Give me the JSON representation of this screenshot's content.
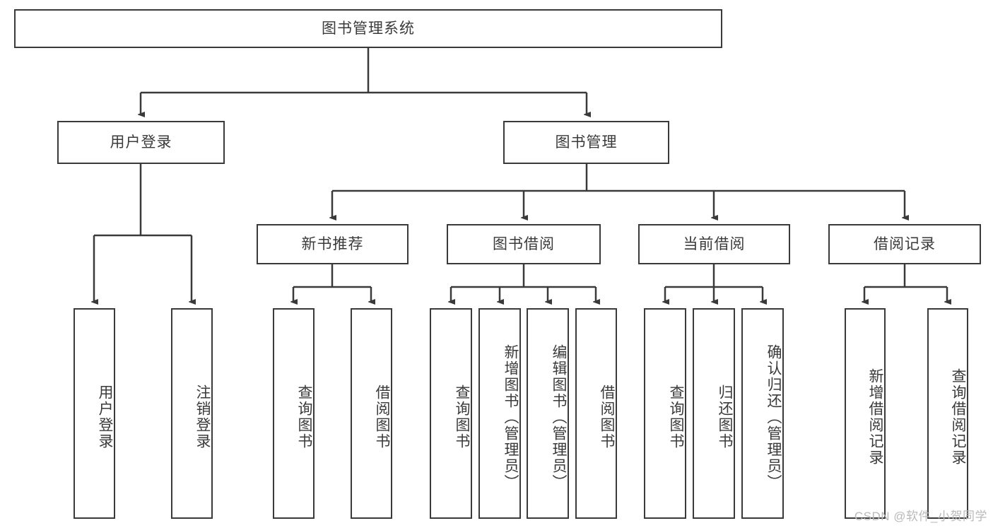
{
  "diagram": {
    "type": "tree",
    "title_node": {
      "label": "图书管理系统"
    },
    "level1": [
      {
        "label": "用户登录"
      },
      {
        "label": "图书管理"
      }
    ],
    "level2": [
      {
        "label": "新书推荐"
      },
      {
        "label": "图书借阅"
      },
      {
        "label": "当前借阅"
      },
      {
        "label": "借阅记录"
      }
    ],
    "leaves": {
      "user_login": [
        {
          "label": "用户登录"
        },
        {
          "label": "注销登录"
        }
      ],
      "new_book_recommend": [
        {
          "label": "查询图书"
        },
        {
          "label": "借阅图书"
        }
      ],
      "book_borrow": [
        {
          "label": "查询图书"
        },
        {
          "label": "新增图书（管理员）"
        },
        {
          "label": "编辑图书（管理员）"
        },
        {
          "label": "借阅图书"
        }
      ],
      "current_borrow": [
        {
          "label": "查询图书"
        },
        {
          "label": "归还图书"
        },
        {
          "label": "确认归还（管理员）"
        }
      ],
      "borrow_record": [
        {
          "label": "新增借阅记录"
        },
        {
          "label": "查询借阅记录"
        }
      ]
    }
  },
  "watermark": {
    "text": "CSDN @软件_小贺同学"
  },
  "colors": {
    "stroke": "#3a3a3a",
    "background": "#ffffff",
    "watermark": "#b9b9b9"
  }
}
